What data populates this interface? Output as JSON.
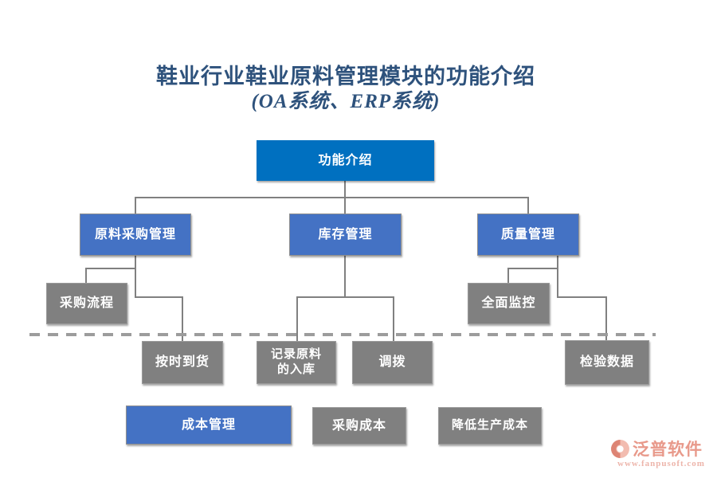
{
  "title": {
    "line1": "鞋业行业鞋业原料管理模块的功能介绍",
    "line2": "(OA系统、ERP系统)"
  },
  "nodes": {
    "root": {
      "label": "功能介绍"
    },
    "purchase_mgmt": {
      "label": "原料采购管理"
    },
    "inventory_mgmt": {
      "label": "库存管理"
    },
    "quality_mgmt": {
      "label": "质量管理"
    },
    "purchase_proc": {
      "label": "采购流程"
    },
    "monitoring": {
      "label": "全面监控"
    },
    "ontime": {
      "label": "按时到货"
    },
    "record": {
      "line1": "记录原料",
      "line2": "的入库"
    },
    "transfer": {
      "label": "调拨"
    },
    "inspection": {
      "label": "检验数据"
    },
    "cost_mgmt": {
      "label": "成本管理"
    },
    "purchase_cost": {
      "label": "采购成本"
    },
    "reduce_cost": {
      "label": "降低生产成本"
    }
  },
  "logo": {
    "name": "泛普软件",
    "url": "www.fanpusoft.com",
    "icon": "swirl-circle-icon"
  },
  "colors": {
    "primary_blue": "#0070C0",
    "accent_blue": "#4472C4",
    "gray_box": "#808080",
    "line": "#808080",
    "title_text": "#2E527C",
    "logo_color": "#E8998A",
    "logo_icon_dark": "#DD8474",
    "logo_icon_light": "#F2BCB0"
  }
}
